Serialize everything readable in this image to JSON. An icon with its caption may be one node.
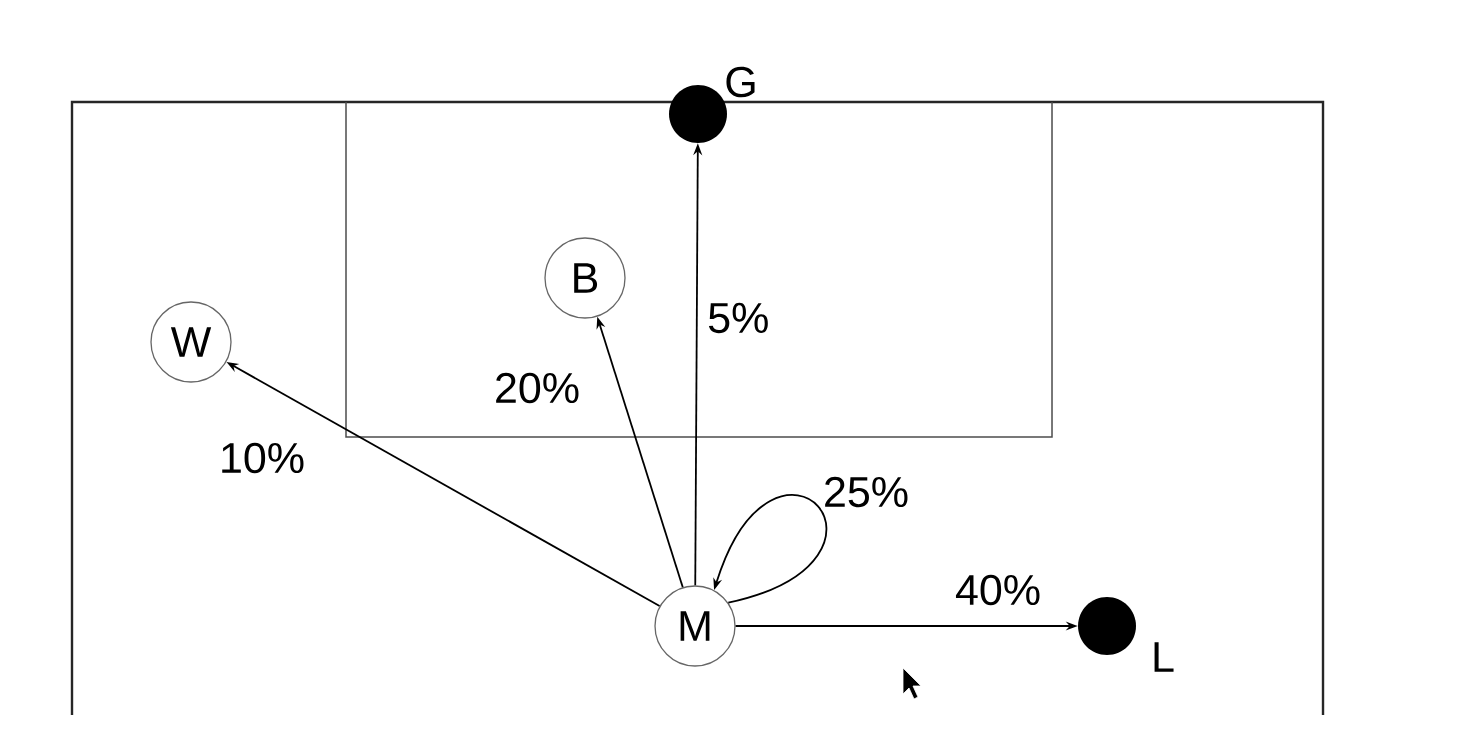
{
  "diagram": {
    "nodes": [
      {
        "text": [],
        "shape": "circle",
        "beside": [
          "G"
        ]
      },
      {
        "text": [
          "B"
        ]
      },
      {
        "text": [
          "W"
        ]
      },
      {
        "text": [
          "M"
        ]
      },
      {
        "text": [],
        "shape": "circle",
        "beside": [
          "L"
        ]
      }
    ],
    "edges": [
      {
        "from": 3,
        "to": 2,
        "arrow": "to",
        "label": "10%"
      },
      {
        "from": 3,
        "to": 1,
        "arrow": "to",
        "label": "20%"
      },
      {
        "from": 3,
        "to": 0,
        "arrow": "to",
        "label": "5%"
      },
      {
        "from": 3,
        "to": 3,
        "arrow": "to",
        "label": "25%"
      },
      {
        "from": 3,
        "to": 4,
        "arrow": "to",
        "label": "40%"
      }
    ]
  }
}
